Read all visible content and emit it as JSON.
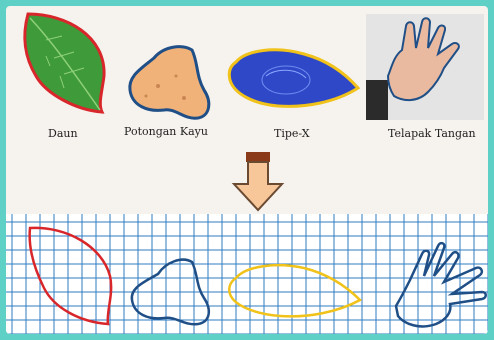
{
  "labels": {
    "leaf": "Daun",
    "wood": "Potongan Kayu",
    "tipex": "Tipe-X",
    "hand": "Telapak Tangan"
  },
  "colors": {
    "background": "#5fd0c6",
    "panel": "#f6f2ee",
    "leaf_fill": "#3f9a3a",
    "wood_fill": "#f1b27a",
    "tipex_fill": "#2f48c8",
    "hand_fill": "#e9b9a0",
    "red_outline": "#d8262a",
    "blue_outline": "#1f4f86",
    "yellow_outline": "#f0c21a",
    "arrow": "#f7c79a",
    "grid": "#2f7cc2"
  }
}
